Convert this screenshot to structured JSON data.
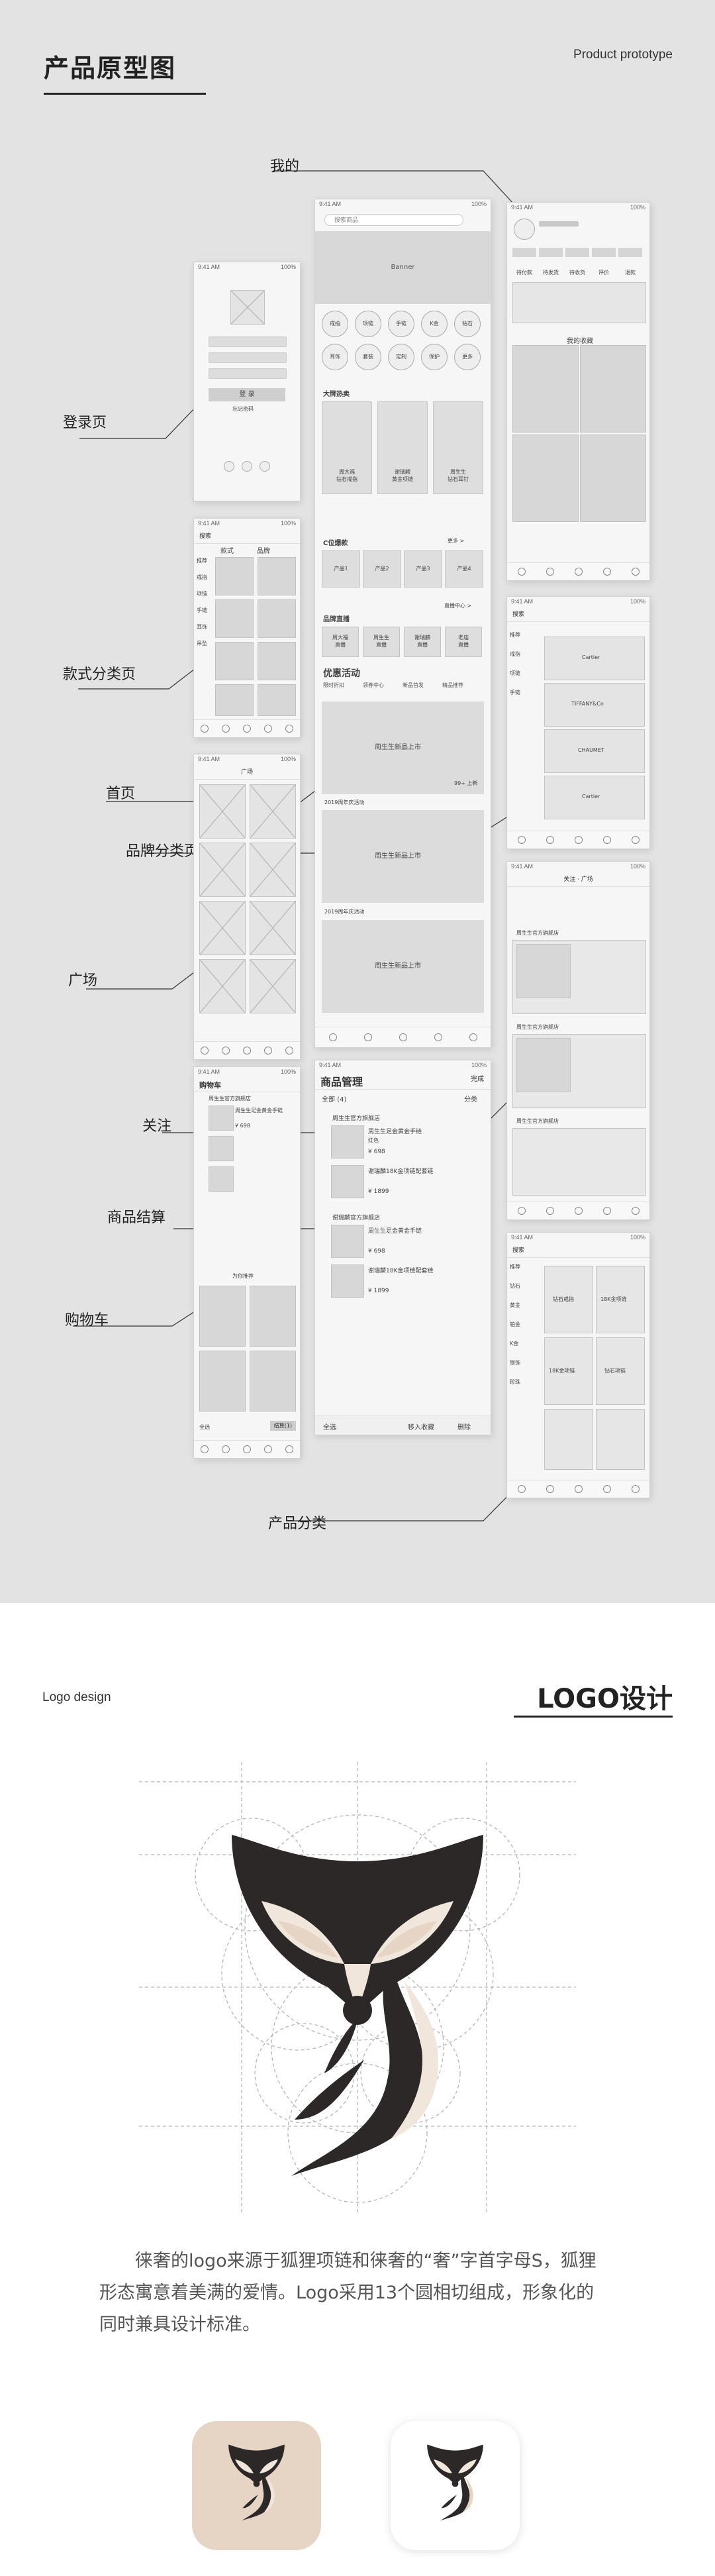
{
  "section1": {
    "title": "产品原型图",
    "subtitle": "Product prototype",
    "callouts": {
      "mine": "我的",
      "login": "登录页",
      "style_category": "款式分类页",
      "home": "首页",
      "brand_category": "品牌分类页",
      "plaza": "广场",
      "follow": "关注",
      "checkout": "商品结算",
      "cart": "购物车",
      "product_category": "产品分类"
    },
    "login_screen": {
      "login_button": "登 录",
      "forgot": "忘记密码"
    },
    "home_screen": {
      "search_placeholder": "搜索商品",
      "banner": "Banner",
      "icons": [
        "戒指",
        "项链",
        "手链",
        "K金",
        "钻石",
        "耳饰",
        "套装",
        "定制",
        "保护",
        "更多"
      ],
      "big_brand_title": "大牌热卖",
      "big_brand_items": [
        "周大福\n钻石戒指",
        "谢瑞麟\n黄金项链",
        "周生生\n钻石耳钉"
      ],
      "c_brand_title": "C位爆款",
      "c_brand_more": "更多 >",
      "c_brand_items": [
        "产品1",
        "产品2",
        "产品3",
        "产品4"
      ],
      "brand_live_title": "品牌直播",
      "brand_live_more": "直播中心 >",
      "brand_live_items": [
        "周大福\n直播",
        "周生生\n直播",
        "谢瑞麟\n直播",
        "老庙\n直播"
      ],
      "promo_title": "优惠活动",
      "promo_tabs": [
        "限时折扣",
        "领券中心",
        "新品首发",
        "精品推荐"
      ],
      "promo_card_text": "周生生新品上市",
      "promo_card_meta": "2019周年庆活动",
      "promo_card_btn": "99+ 上新"
    },
    "product_mgmt": {
      "title": "商品管理",
      "done": "完成",
      "all": "全部 (4)",
      "filter": "分类",
      "store1": "周生生官方旗舰店",
      "store2": "谢瑞麟官方旗舰店",
      "item1": "周生生足金黄金手链",
      "item2": "谢瑞麟18K金项链配套链",
      "spec": "红色",
      "price1": "¥ 698",
      "price2": "¥ 1899",
      "select_all": "全选",
      "move_fav": "移入收藏",
      "delete": "删除"
    },
    "mine_screen": {
      "tabs": [
        "待付款",
        "待发货",
        "待收货",
        "评价",
        "退款"
      ],
      "fav_title": "我的收藏"
    },
    "category_screen": {
      "search_placeholder": "搜索",
      "tabs": [
        "款式",
        "品牌"
      ],
      "brand_list": [
        "Cartier",
        "TIFFANY&Co",
        "CHAUMET",
        "Cartier"
      ],
      "side": [
        "推荐",
        "戒指",
        "项链",
        "手链",
        "耳饰",
        "吊坠"
      ]
    },
    "follow_screen": {
      "tabs": [
        "关注",
        "广场"
      ],
      "store": "周生生官方旗舰店"
    },
    "cart_screen": {
      "title": "购物车",
      "store": "周生生官方旗舰店",
      "item": "周生生足金黄金手链",
      "price": "¥ 698",
      "recommend": "为你推荐",
      "settle": "结算(1)",
      "select_all": "全选"
    },
    "product_category": {
      "side": [
        "推荐",
        "钻石",
        "黄金",
        "铂金",
        "K金",
        "银饰",
        "珍珠"
      ],
      "items": [
        "钻石戒指",
        "18K金项链",
        "18K金项链",
        "钻石项链"
      ]
    }
  },
  "section2": {
    "subtitle": "Logo design",
    "title": "LOGO设计",
    "paragraph": [
      "徕奢的logo来源于狐狸项链和徕奢的“奢”字首字母S，狐狸",
      "形态寓意着美满的爱情。Logo采用13个圆相切组成，形象化的",
      "同时兼具设计标准。"
    ],
    "colors": {
      "dark": "#2b2827",
      "beige": "#e6d5c4",
      "cream": "#f1e6db"
    }
  }
}
